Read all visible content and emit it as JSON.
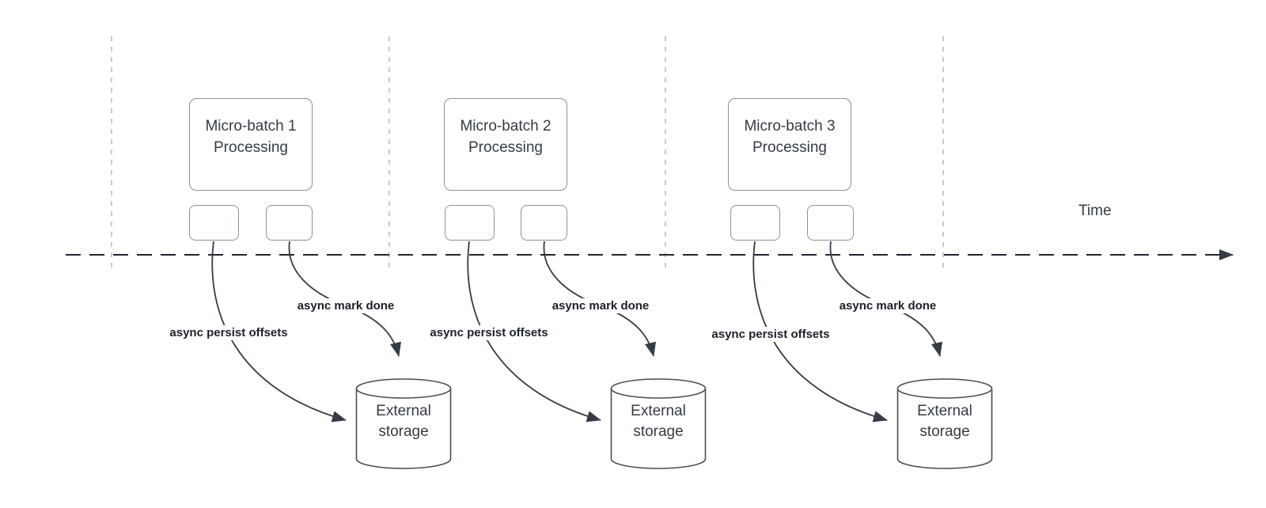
{
  "diagram": {
    "time_axis_label": "Time",
    "batches": [
      {
        "title": "Micro-batch 1 Processing",
        "persist_arrow_label": "async persist offsets",
        "done_arrow_label": "async mark done",
        "storage_label": "External storage"
      },
      {
        "title": "Micro-batch 2 Processing",
        "persist_arrow_label": "async persist offsets",
        "done_arrow_label": "async mark done",
        "storage_label": "External storage"
      },
      {
        "title": "Micro-batch 3 Processing",
        "persist_arrow_label": "async persist offsets",
        "done_arrow_label": "async mark done",
        "storage_label": "External storage"
      }
    ],
    "colors": {
      "arrow_stroke": "#353c46",
      "box_border": "#8d939c",
      "cylinder_border": "#474e57",
      "divider_dash": "#b3b8bf",
      "timeline": "#20262e",
      "title_text": "#353c45",
      "label_text": "#1b202a",
      "canvas_bg": "#ffffff"
    }
  }
}
